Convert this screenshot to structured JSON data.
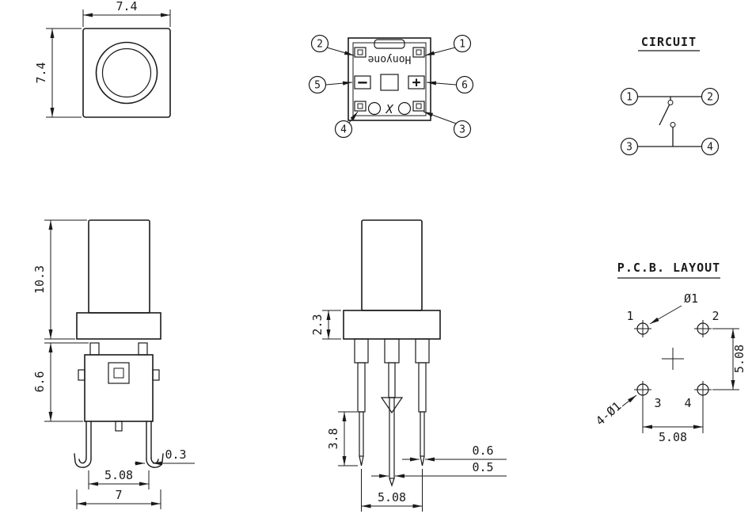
{
  "drawing": {
    "ink_color": "#1a1a1a",
    "bg_color": "#ffffff"
  },
  "top_view": {
    "dim_width": "7.4",
    "dim_height": "7.4"
  },
  "bottom_view": {
    "brand": "Honyone",
    "minus_mark": "−",
    "plus_mark": "+",
    "x_mark": "X",
    "pins": {
      "p1": "1",
      "p2": "2",
      "p3": "3",
      "p4": "4",
      "p5": "5",
      "p6": "6"
    }
  },
  "circuit": {
    "title": "CIRCUIT",
    "terminals": {
      "t1": "1",
      "t2": "2",
      "t3": "3",
      "t4": "4"
    }
  },
  "side_view": {
    "dim_total_height": "10.3",
    "dim_body_height": "6.6",
    "dim_lead_thickness": "0.3",
    "dim_lead_pitch": "5.08",
    "dim_base_width": "7"
  },
  "front_view": {
    "dim_flange_height": "2.3",
    "dim_lead_length": "3.8",
    "dim_lead_width": "0.6",
    "dim_center_lead_width": "0.5",
    "dim_lead_pitch": "5.08"
  },
  "pcb_layout": {
    "title": "P.C.B. LAYOUT",
    "hole_diameter": "Ø1",
    "holes_note": "4-Ø1",
    "dim_pitch_h": "5.08",
    "dim_pitch_v": "5.08",
    "pads": {
      "p1": "1",
      "p2": "2",
      "p3": "3",
      "p4": "4"
    }
  }
}
